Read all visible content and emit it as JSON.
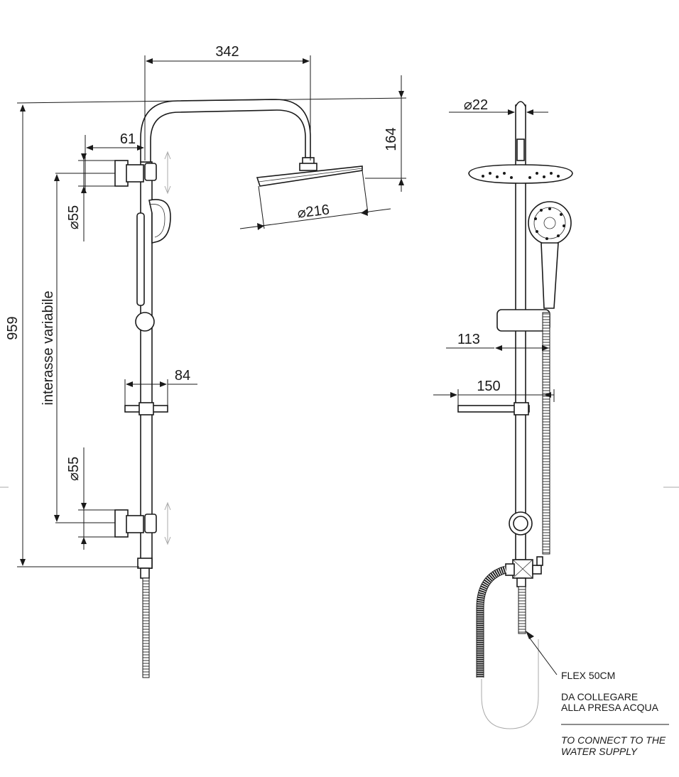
{
  "dimensions": {
    "arm_length": "342",
    "head_height": "164",
    "wall_offset": "61",
    "head_diameter": "⌀216",
    "pipe_diameter_top": "⌀55",
    "pipe_diameter_bottom": "⌀55",
    "total_height": "959",
    "center_distance_label": "interasse variabile",
    "shelf_width_front": "84",
    "rod_diameter": "⌀22",
    "handshower_offset": "113",
    "shelf_depth": "150"
  },
  "notes": {
    "flex": "FLEX 50CM",
    "connect_it_line1": "DA COLLEGARE",
    "connect_it_line2": "ALLA PRESA ACQUA",
    "connect_en_line1": "TO CONNECT TO THE",
    "connect_en_line2": "WATER SUPPLY"
  }
}
